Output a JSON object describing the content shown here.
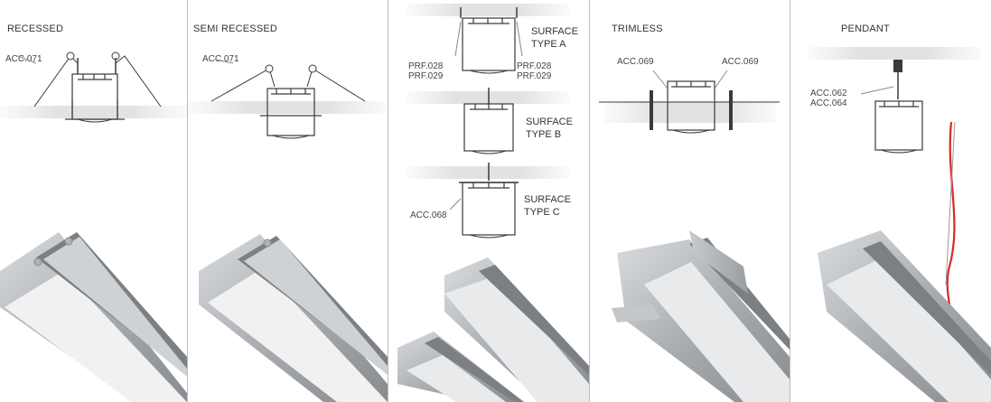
{
  "panels": [
    {
      "title": "RECESSED",
      "accessory": "ACC.071"
    },
    {
      "title": "SEMI RECESSED",
      "accessory": "ACC.071"
    },
    {
      "title": "",
      "accessory": ""
    },
    {
      "title": "TRIMLESS",
      "accessory_left": "ACC.069",
      "accessory_right": "ACC.069"
    },
    {
      "title": "PENDANT",
      "accessory_line1": "ACC.062",
      "accessory_line2": "ACC.064"
    }
  ],
  "surface": {
    "type_a": {
      "line1": "SURFACE",
      "line2": "TYPE A",
      "left_line1": "PRF.028",
      "left_line2": "PRF.029",
      "right_line1": "PRF.028",
      "right_line2": "PRF.029"
    },
    "type_b": {
      "line1": "SURFACE",
      "line2": "TYPE B"
    },
    "type_c": {
      "line1": "SURFACE",
      "line2": "TYPE C",
      "accessory": "ACC.068"
    }
  },
  "colors": {
    "ceiling": "#e6e6e6",
    "line": "#3a3a3a",
    "aluminium": "#b8bcc0",
    "cable": "#d42a2a"
  }
}
